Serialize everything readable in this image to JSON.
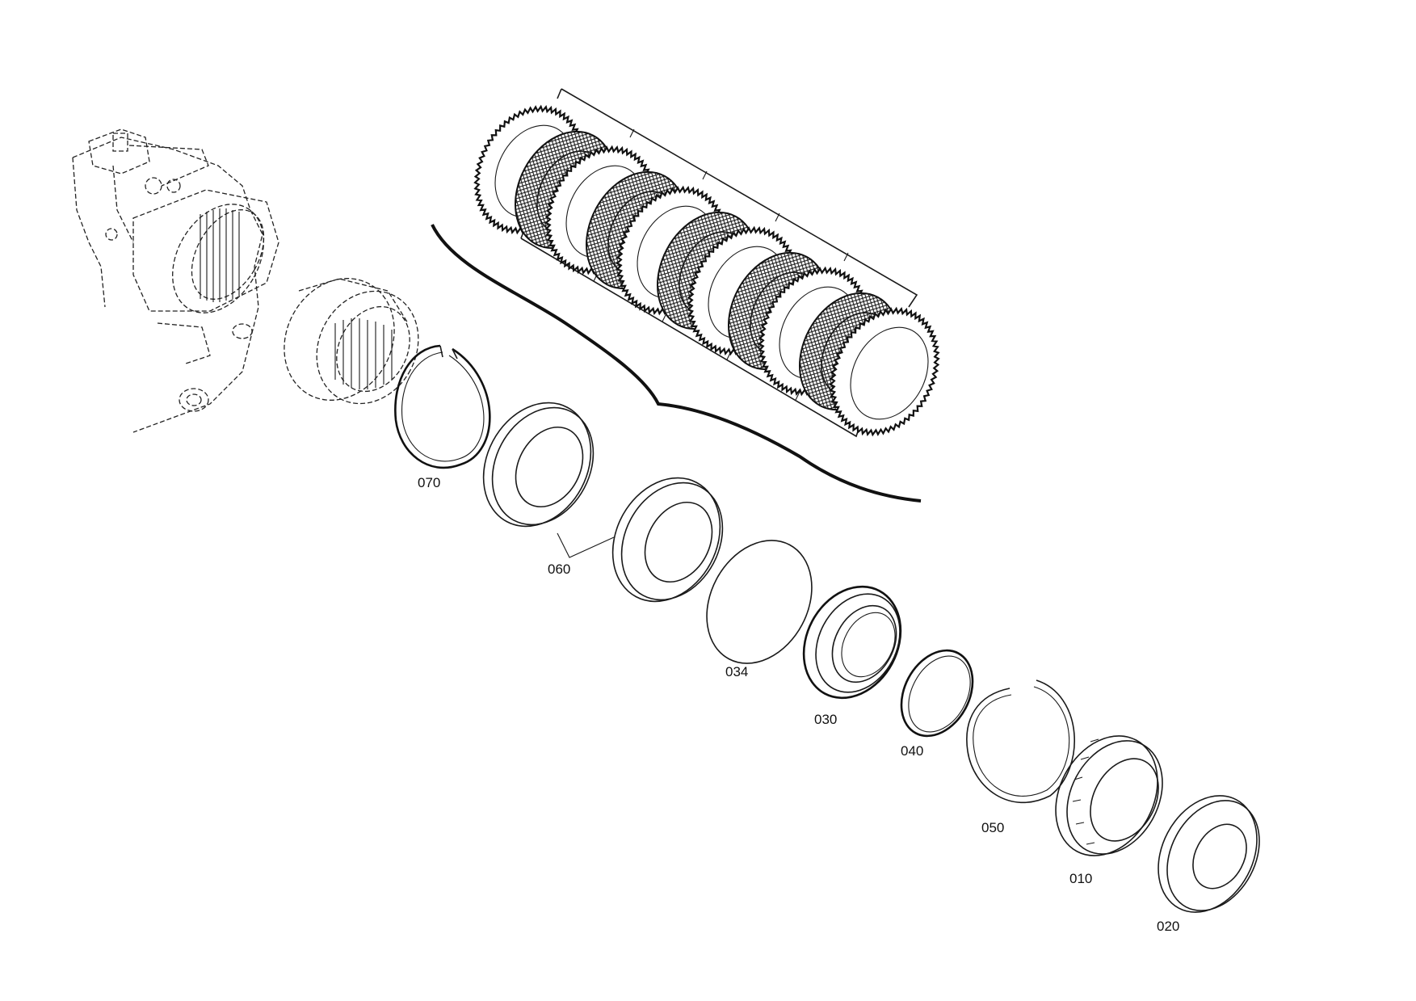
{
  "labels": {
    "p070": "070",
    "p060": "060",
    "p034": "034",
    "p030": "030",
    "p040": "040",
    "p050": "050",
    "p010": "010",
    "p020": "020"
  }
}
